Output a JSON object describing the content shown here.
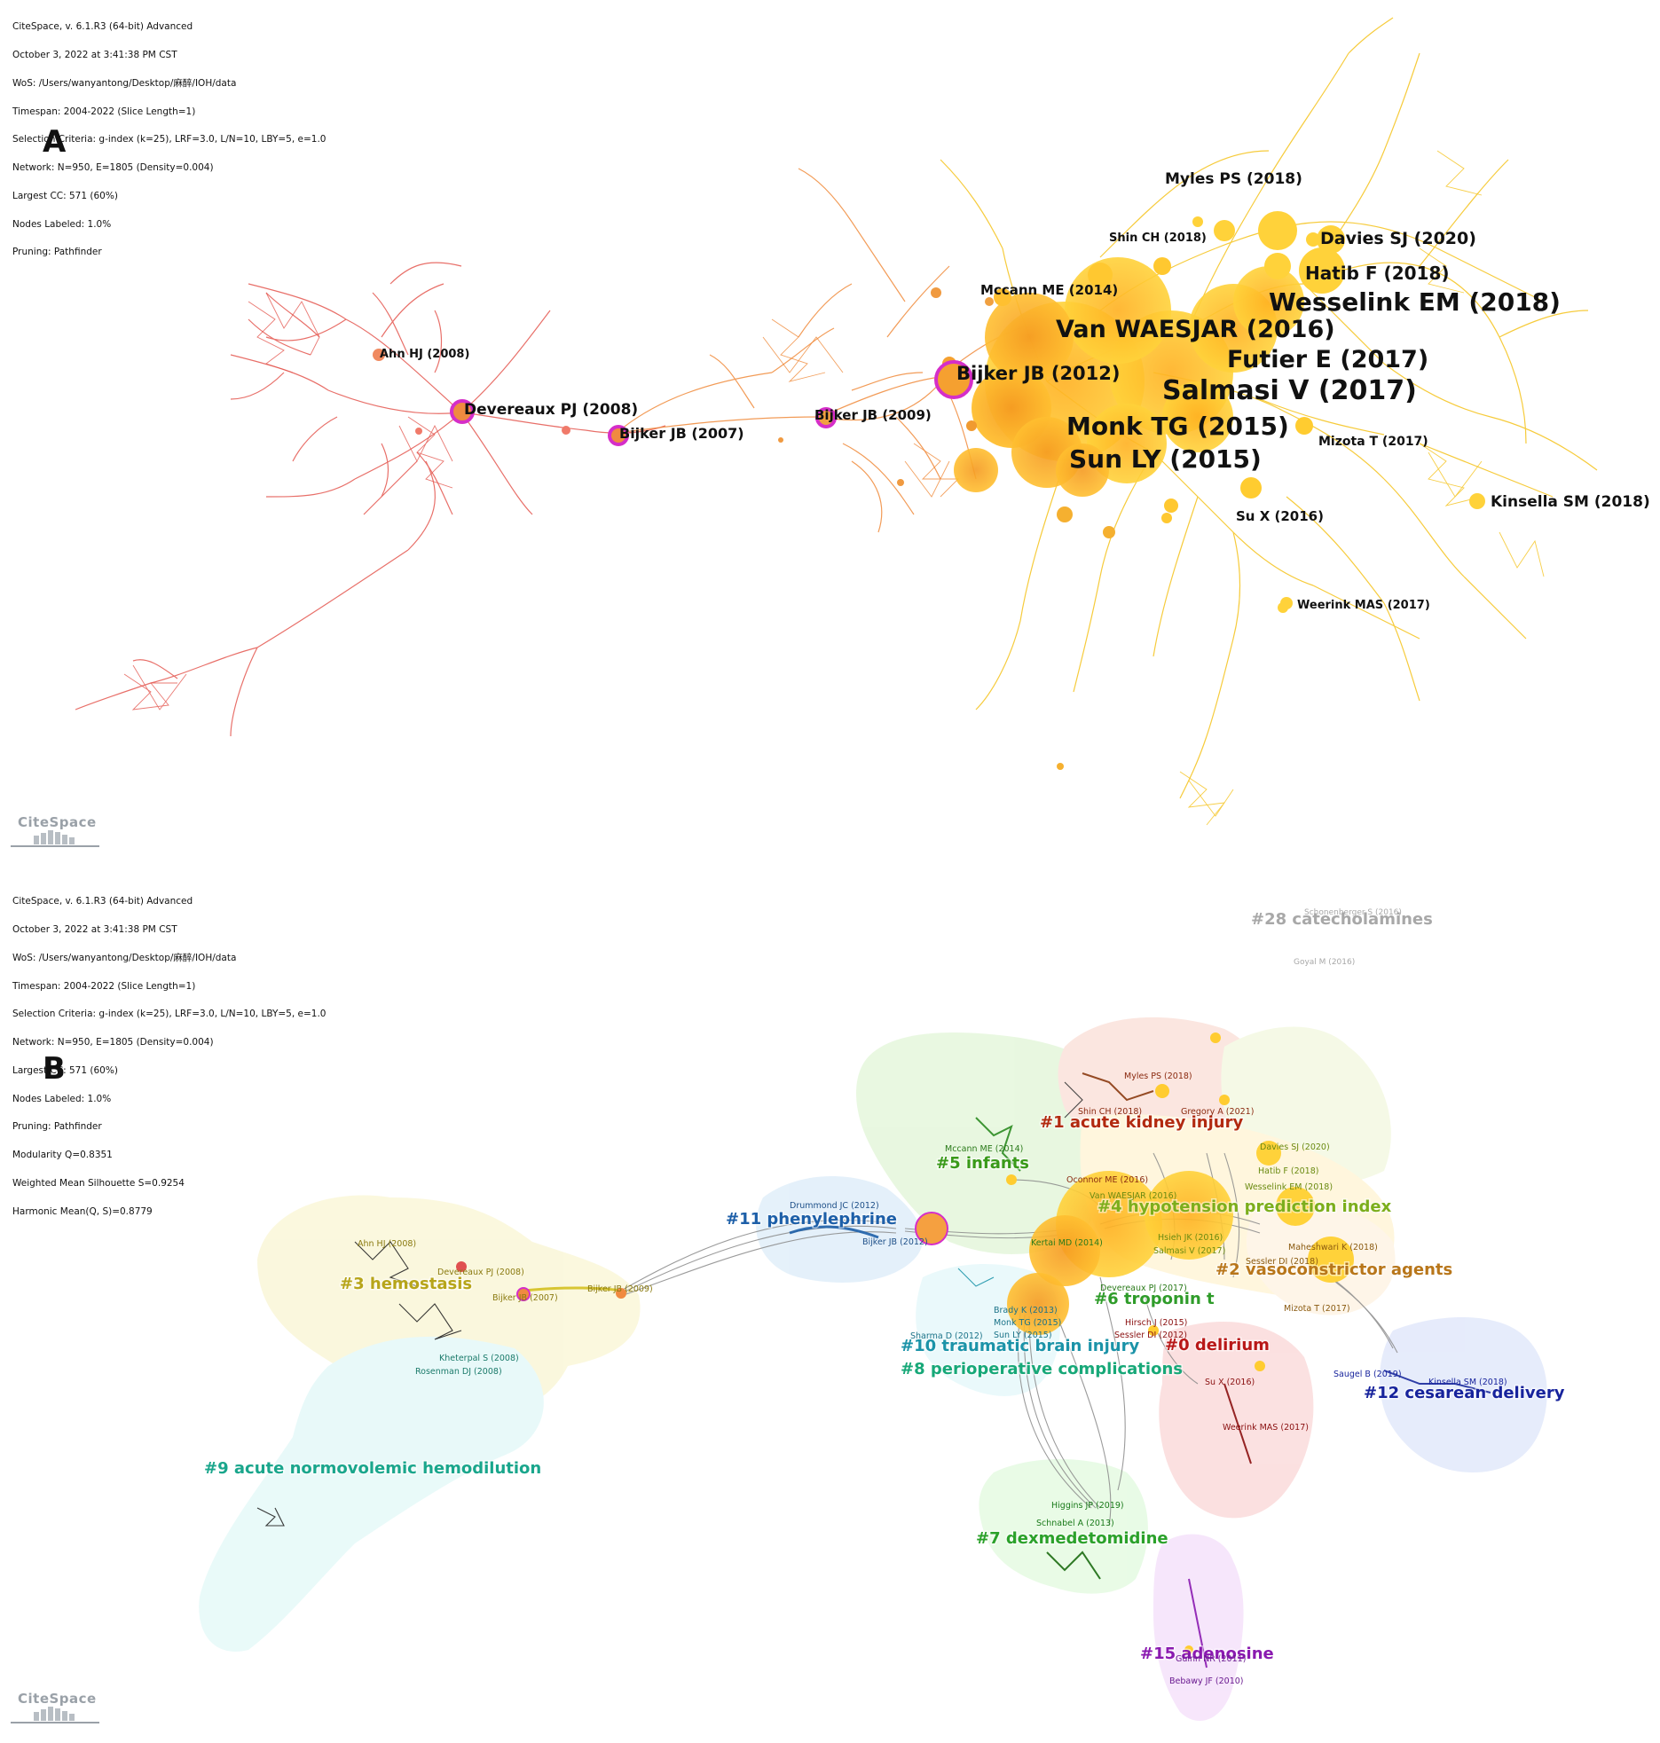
{
  "panel_a": {
    "letter": "A",
    "info_lines": [
      "CiteSpace, v. 6.1.R3 (64-bit) Advanced",
      "October 3, 2022 at 3:41:38 PM CST",
      "WoS: /Users/wanyantong/Desktop/麻醉/IOH/data",
      "Timespan: 2004-2022 (Slice Length=1)",
      "Selection Criteria: g-index (k=25), LRF=3.0, L/N=10, LBY=5, e=1.0",
      "Network: N=950, E=1805 (Density=0.004)",
      "Largest CC: 571 (60%)",
      "Nodes Labeled: 1.0%",
      "Pruning: Pathfinder"
    ],
    "logo_text": "CiteSpace",
    "node_labels": [
      "Myles PS (2018)",
      "Shin CH (2018)",
      "Davies SJ (2020)",
      "Hatib F (2018)",
      "Wesselink EM (2018)",
      "Mccann ME (2014)",
      "Van WAESJAR (2016)",
      "Futier E (2017)",
      "Ahn HJ (2008)",
      "Bijker JB (2012)",
      "Salmasi V (2017)",
      "Devereaux PJ (2008)",
      "Bijker JB (2009)",
      "Bijker JB (2007)",
      "Monk TG (2015)",
      "Mizota T (2017)",
      "Sun LY (2015)",
      "Kinsella SM (2018)",
      "Su X (2016)",
      "Weerink MAS (2017)"
    ]
  },
  "panel_b": {
    "letter": "B",
    "info_lines": [
      "CiteSpace, v. 6.1.R3 (64-bit) Advanced",
      "October 3, 2022 at 3:41:38 PM CST",
      "WoS: /Users/wanyantong/Desktop/麻醉/IOH/data",
      "Timespan: 2004-2022 (Slice Length=1)",
      "Selection Criteria: g-index (k=25), LRF=3.0, L/N=10, LBY=5, e=1.0",
      "Network: N=950, E=1805 (Density=0.004)",
      "Largest CC: 571 (60%)",
      "Nodes Labeled: 1.0%",
      "Pruning: Pathfinder",
      "Modularity Q=0.8351",
      "Weighted Mean Silhouette S=0.9254",
      "Harmonic Mean(Q, S)=0.8779"
    ],
    "logo_text": "CiteSpace",
    "clusters": [
      {
        "label": "#28 catecholamines",
        "color": "#a8a8a8"
      },
      {
        "label": "#1 acute kidney injury",
        "color": "#b22a10"
      },
      {
        "label": "#5 infants",
        "color": "#3a9a1a"
      },
      {
        "label": "#4 hypotension prediction index",
        "color": "#7cae1c"
      },
      {
        "label": "#11 phenylephrine",
        "color": "#1d5fa8"
      },
      {
        "label": "#3 hemostasis",
        "color": "#b7a51a"
      },
      {
        "label": "#2 vasoconstrictor agents",
        "color": "#b8761a"
      },
      {
        "label": "#6 troponin t",
        "color": "#2f9c2a"
      },
      {
        "label": "#10 traumatic brain injury",
        "color": "#1b93a8"
      },
      {
        "label": "#0 delirium",
        "color": "#b81818"
      },
      {
        "label": "#8 perioperative complications",
        "color": "#17a878"
      },
      {
        "label": "#12 cesarean delivery",
        "color": "#17239c"
      },
      {
        "label": "#9 acute normovolemic hemodilution",
        "color": "#1aa68c"
      },
      {
        "label": "#7 dexmedetomidine",
        "color": "#2ba12a"
      },
      {
        "label": "#15 adenosine",
        "color": "#8a1ab0"
      }
    ],
    "ref_labels": [
      "Schonenberger S (2016)",
      "Goyal M (2016)",
      "Myles PS (2018)",
      "Shin CH (2018)",
      "Gregory A (2021)",
      "Mccann ME (2014)",
      "Davies SJ (2020)",
      "Hatib F (2018)",
      "Oconnor ME (2016)",
      "Wesselink EM (2018)",
      "Van WAESJAR (2016)",
      "Drummond JC (2012)",
      "Bijker JB (2012)",
      "Hsieh JK (2016)",
      "Kertai MD (2014)",
      "Salmasi V (2017)",
      "Mahesh́wari K (2018)",
      "Sessler DI (2018)",
      "Ahn HJ (2008)",
      "Devereaux PJ (2008)",
      "Bijker JB (2007)",
      "Bijker JB (2009)",
      "Devereaux PJ (2017)",
      "Mizota T (2017)",
      "Brady K (2013)",
      "Monk TG (2015)",
      "Hirsch J (2015)",
      "Sun LY (2015)",
      "Sessler DI (2012)",
      "Sharma D (2012)",
      "Kheterpal S (2008)",
      "Rosenman DJ (2008)",
      "Su X (2016)",
      "Saugel B (2019)",
      "Kinsella SM (2018)",
      "Weerink MAS (2017)",
      "Higgins JP (2019)",
      "Schnabel A (2013)",
      "Guinn NR (2011)",
      "Bebawy JF (2010)"
    ]
  }
}
